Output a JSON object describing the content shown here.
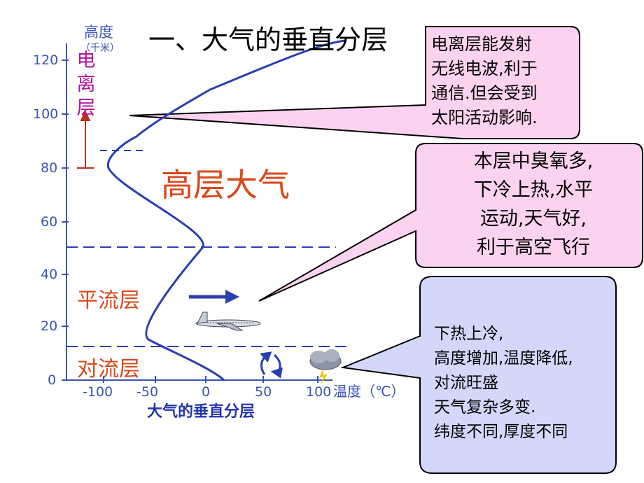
{
  "title": "一、大气的垂直分层",
  "caption": "大气的垂直分层",
  "axis": {
    "y_title_line1": "高度",
    "y_title_line2": "（千米）",
    "x_title": "温度（℃）",
    "y_ticks": [
      "0",
      "20",
      "40",
      "60",
      "80",
      "100",
      "120"
    ],
    "x_ticks": [
      "-100",
      "-50",
      "0",
      "50",
      "100"
    ]
  },
  "layers": {
    "ionosphere": [
      "电",
      "离",
      "层"
    ],
    "upper": "高层大气",
    "stratosphere": "平流层",
    "troposphere": "对流层"
  },
  "notes": {
    "ionosphere": [
      "电离层能发射",
      "无线电波,利于",
      "通信.但会受到",
      "太阳活动影响."
    ],
    "stratosphere": [
      "本层中臭氧多,",
      "下冷上热,水平",
      "运动,天气好,",
      "利于高空飞行"
    ],
    "troposphere": [
      "下热上冷,",
      "高度增加,温度降低,",
      "对流旺盛",
      "天气复杂多变.",
      "纬度不同,厚度不同"
    ]
  },
  "colors": {
    "curve": "#2a3fb0",
    "red_text": "#d9481b",
    "ionosphere_text": "#b0109a",
    "bubble_pink": "#fbd3f0",
    "bubble_blue": "#d3d8fb"
  }
}
